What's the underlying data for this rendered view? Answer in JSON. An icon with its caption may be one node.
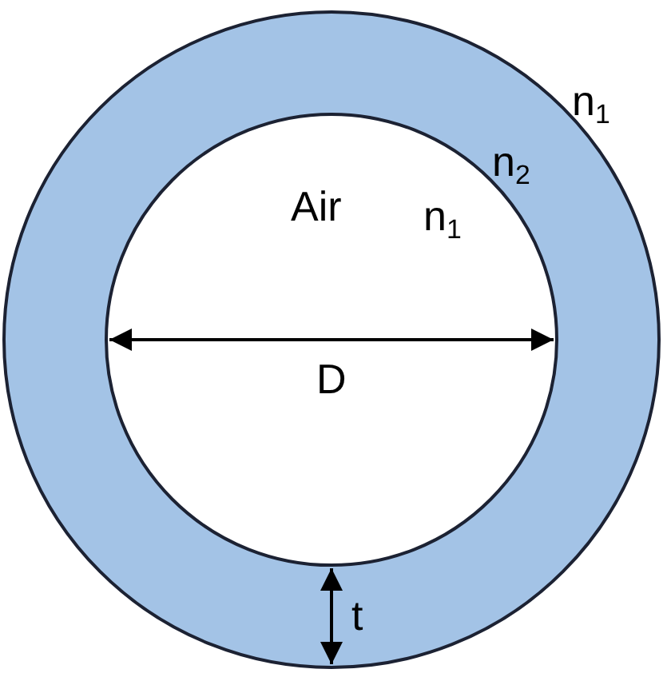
{
  "diagram": {
    "labels": [
      "n$_{1}$",
      "n$_{2}$",
      "Air",
      "n$_{1}$",
      "D",
      "t"
    ]
  }
}
